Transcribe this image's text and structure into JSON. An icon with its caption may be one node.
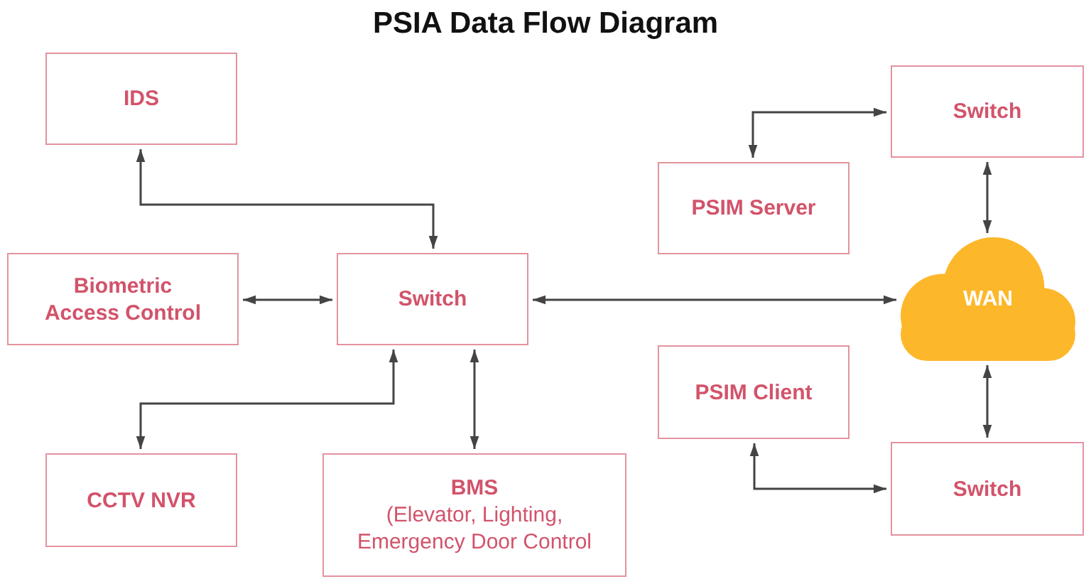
{
  "diagram": {
    "title": "PSIA Data Flow Diagram",
    "nodes": [
      {
        "text": [
          "IDS"
        ]
      },
      {
        "text": [
          "Switch"
        ]
      },
      {
        "text": [
          "PSIM Server"
        ]
      },
      {
        "text": [
          "Biometric Access Control"
        ]
      },
      {
        "text": [
          "Switch"
        ]
      },
      {
        "text": [
          "WAN"
        ]
      },
      {
        "text": [
          "PSIM Client"
        ]
      },
      {
        "text": [
          "CCTV NVR"
        ]
      },
      {
        "text": [
          "BMS",
          "(Elevator, Lighting, Emergency Door Control"
        ]
      },
      {
        "text": [
          "Switch"
        ]
      }
    ],
    "edges": [
      {
        "from": 0,
        "to": 4,
        "arrow": "both"
      },
      {
        "from": 2,
        "to": 1,
        "arrow": "both"
      },
      {
        "from": 1,
        "to": 5,
        "arrow": "both"
      },
      {
        "from": 3,
        "to": 4,
        "arrow": "both"
      },
      {
        "from": 4,
        "to": 5,
        "arrow": "both"
      },
      {
        "from": 4,
        "to": 7,
        "arrow": "both"
      },
      {
        "from": 4,
        "to": 8,
        "arrow": "both"
      },
      {
        "from": 5,
        "to": 9,
        "arrow": "both"
      },
      {
        "from": 6,
        "to": 9,
        "arrow": "both"
      }
    ]
  }
}
